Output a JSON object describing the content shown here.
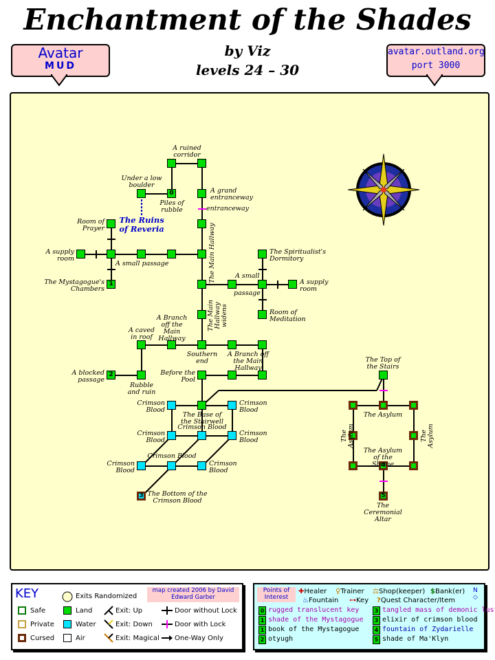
{
  "title": "Enchantment of the Shades",
  "byline": {
    "author": "by Viz",
    "levels": "levels 24 – 30"
  },
  "badges": {
    "left": {
      "line1": "Avatar",
      "line2": "MUD"
    },
    "right": {
      "line1": "avatar.outland.org",
      "line2": "port 3000"
    }
  },
  "map": {
    "area_name": "The Ruins of Reveria",
    "rooms": {
      "ruined_corridor": "A ruined corridor",
      "under_boulder": "Under a low boulder",
      "piles_rubble": "Piles of rubble",
      "grand_entrance": "A grand entranceway",
      "entranceway": "entranceway",
      "room_prayer": "Room of Prayer",
      "supply_room_w": "A supply room",
      "small_passage_w": "A small passage",
      "mystagogue_chambers": "The Mystagogue's Chambers",
      "main_hallway": "The Main Hallway",
      "main_hallway_widens": "The Main Hallway widens",
      "spiritualist_dorm": "The Spiritualist's Dormitory",
      "a_small": "A small",
      "passage": "passage",
      "supply_room_e": "A supply room",
      "room_meditation": "Room of Meditation",
      "caved_roof": "A caved in roof",
      "branch_main_w": "A Branch off the Main Hallway",
      "southern_end": "Southern end",
      "branch_main_e": "A Branch off the Main Hallway",
      "blocked_passage": "A blocked passage",
      "rubble_ruin": "Rubble and ruin",
      "before_pool": "Before the Pool",
      "top_stairs": "The Top of the Stairs",
      "crimson_blood_1": "Crimson Blood",
      "crimson_blood_2": "Crimson Blood",
      "base_stairwell": "The Base of the Stairwell",
      "crimson_blood_3": "Crimson Blood",
      "crimson_blood_4": "Crimson Blood",
      "crimson_blood_5": "Crimson Blood",
      "crimson_blood_6": "Crimson Blood",
      "crimson_blood_7": "Crimson Blood",
      "crimson_blood_8": "Crimson Blood",
      "bottom_crimson": "The Bottom of the Crimson Blood",
      "asylum_top": "The Asylum",
      "asylum_left": "The Asylum",
      "asylum_right": "The Asylum",
      "asylum_shrine": "The Asylum of the Shrine",
      "ceremonial_altar": "The Ceremonial Altar"
    },
    "room_numbers": {
      "n0": "0",
      "n1": "1",
      "n2": "2",
      "n3": "3",
      "n4": "4",
      "n5": "5"
    }
  },
  "key": {
    "heading": "KEY",
    "exits_randomized": "Exits Randomized",
    "credit": "map created 2006 by David Edward Garber",
    "safe": "Safe",
    "private": "Private",
    "cursed": "Cursed",
    "land": "Land",
    "water": "Water",
    "air": "Air",
    "exit_up": "Exit: Up",
    "exit_down": "Exit: Down",
    "exit_magical": "Exit: Magical",
    "door_no_lock": "Door without Lock",
    "door_lock": "Door with Lock",
    "one_way": "One-Way Only"
  },
  "poi": {
    "heading": "Points of Interest",
    "healer": "Healer",
    "trainer": "Trainer",
    "shop": "Shop(keeper)",
    "bank": "Bank(er)",
    "fountain": "Fountain",
    "key": "Key",
    "quest": "Quest Character/Item",
    "items": [
      {
        "num": "0",
        "text": "rugged translucent key",
        "color": "#aa00aa"
      },
      {
        "num": "1",
        "text": "shade of the Mystagogue",
        "color": "#aa00aa"
      },
      {
        "num": "1",
        "text": "book of the Mystagogue",
        "color": "#000000"
      },
      {
        "num": "2",
        "text": "otyugh",
        "color": "#000000"
      },
      {
        "num": "3",
        "text": "tangled mass of demonic lust",
        "color": "#aa00aa"
      },
      {
        "num": "3",
        "text": "elixir of crimson blood",
        "color": "#000000"
      },
      {
        "num": "4",
        "text": "fountain of Zydarielle",
        "color": "#0000aa"
      },
      {
        "num": "5",
        "text": "shade of Ma'Klyn",
        "color": "#000000"
      }
    ]
  },
  "colors": {
    "land": "#00dd00",
    "water": "#00e5ff",
    "parchment": "#ffffcc",
    "badge": "#ffd0d0",
    "link": "#0000cc",
    "cursed": "#6b2a08"
  }
}
